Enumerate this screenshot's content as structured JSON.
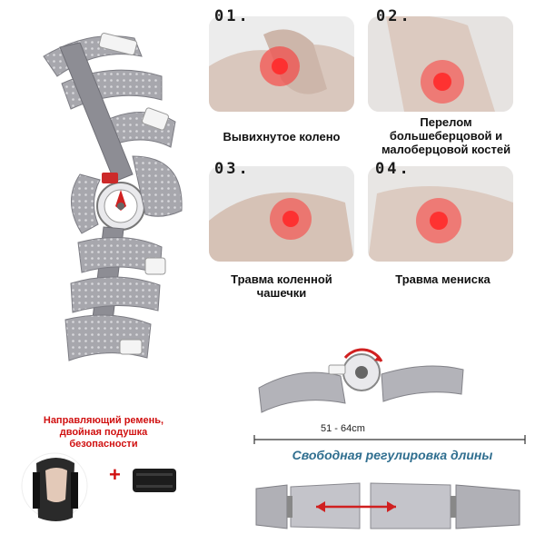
{
  "cards": [
    {
      "number": "01.",
      "label_lines": [
        "Вывихнутое колено"
      ]
    },
    {
      "number": "02.",
      "label_lines": [
        "Перелом",
        "большеберцовой и",
        "малоберцовой костей"
      ]
    },
    {
      "number": "03.",
      "label_lines": [
        "Травма коленной",
        "чашечки"
      ]
    },
    {
      "number": "04.",
      "label_lines": [
        "Травма мениска"
      ]
    }
  ],
  "strap": {
    "caption_lines": [
      "Направляющий ремень,",
      "двойная подушка",
      "безопасности"
    ],
    "plus": "+"
  },
  "adjust": {
    "size_range": "51 - 64cm",
    "caption": "Свободная регулировка длины"
  },
  "colors": {
    "brace_gray": "#9a9aa0",
    "pain_red": "#ff2a2a",
    "caption_red": "#d01010",
    "caption_blue": "#2f6e8f",
    "skin": "#d8c2b6"
  }
}
